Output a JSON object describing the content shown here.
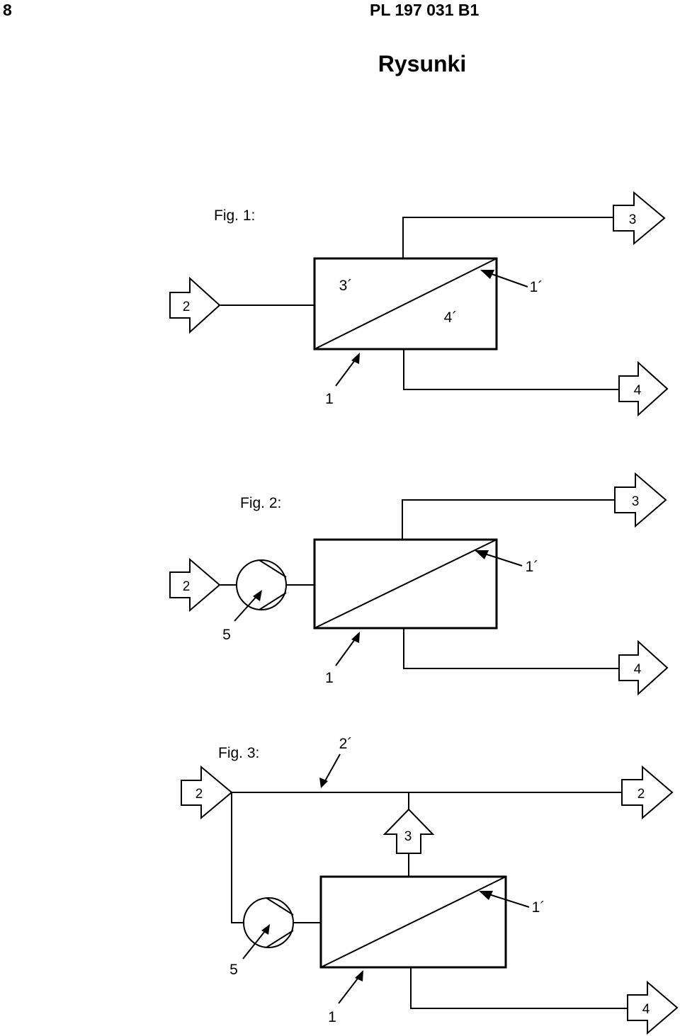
{
  "header": {
    "page_number": "8",
    "patent_id": "PL 197 031 B1",
    "title": "Rysunki"
  },
  "fig1": {
    "caption": "Fig. 1:",
    "in_label": "2",
    "out_top_label": "3",
    "out_bottom_label": "4",
    "zone_top_label": "3´",
    "zone_bottom_label": "4´",
    "membrane_label": "1´",
    "module_label": "1"
  },
  "fig2": {
    "caption": "Fig. 2:",
    "in_label": "2",
    "out_top_label": "3",
    "out_bottom_label": "4",
    "membrane_label": "1´",
    "module_label": "1",
    "pump_label": "5"
  },
  "fig3": {
    "caption": "Fig. 3:",
    "in_label": "2",
    "bypass_label": "2´",
    "out_right_label": "2",
    "up_label": "3",
    "out_bottom_label": "4",
    "membrane_label": "1´",
    "module_label": "1",
    "pump_label": "5"
  }
}
